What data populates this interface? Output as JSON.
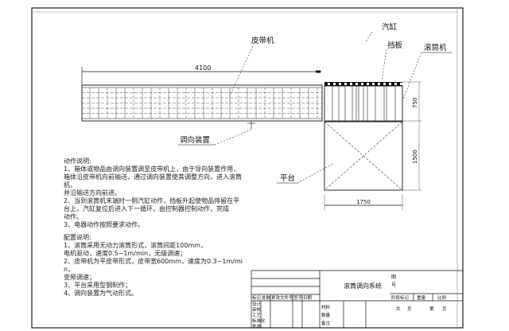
{
  "labels": {
    "belt_conveyor": "皮带机",
    "cylinder": "汽缸",
    "baffle": "挡板",
    "roller_conveyor": "滚筒机",
    "steering_device": "调向装置",
    "platform": "平台"
  },
  "dimensions": {
    "belt_length": "4100",
    "roller_height": "750",
    "platform_height": "1500",
    "platform_width": "1750"
  },
  "notes": {
    "action_title": "动作说明:",
    "action_items": [
      "1、箱体或物品由调向装置调至皮带机上，由于导向装置作用，",
      "   箱体沿皮带机向前输送，通过调向装置使其调整方向，进入滚筒机，",
      "   并沿输送方向前进。",
      "2、当到滚筒机末端时一侧汽缸动作，挡板升起使物品停留在平",
      "   台上，汽缸复位后进入下一循环，由控制器控制动作，完成",
      "   动作。",
      "3、电器动作按照要求动作。"
    ],
    "config_title": "配置说明:",
    "config_items": [
      "1、滚筒采用无动力滚筒形式，滚筒间距100mm，",
      "   电机驱动，速度0.5~1m/min，无级调速；",
      "2、皮带机为平皮带形式，皮带宽600mm，速度为0.3~1m/min，",
      "   变频调速；",
      "3、平台采用型钢制作；",
      "4、调向装置为气动形式。"
    ]
  },
  "title_block": {
    "drawing_title": "滚筒调向系统",
    "header_row": [
      "标记",
      "处数",
      "更改文件号",
      "签字",
      "日期"
    ],
    "roles": [
      "设计",
      "审核",
      "工艺",
      "标准化",
      "批准"
    ],
    "right_labels": [
      "图",
      "号"
    ],
    "stage_labels": [
      "阶段标记",
      "重量",
      "比例"
    ],
    "bottom_labels": [
      "共",
      "页",
      "第",
      "页"
    ],
    "side_labels": [
      "材料",
      "数量",
      "备注"
    ]
  }
}
